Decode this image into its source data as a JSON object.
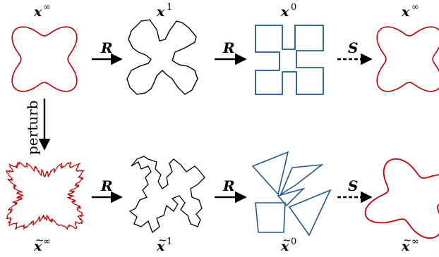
{
  "labels": {
    "top": [
      {
        "base": "x",
        "sup": "∞"
      },
      {
        "base": "x",
        "sup": "1"
      },
      {
        "base": "x",
        "sup": "0"
      },
      {
        "base": "x",
        "sup": "∞"
      }
    ],
    "bottom": [
      {
        "base": "x",
        "sup": "∞",
        "tilde": "~"
      },
      {
        "base": "x",
        "sup": "1",
        "tilde": "~"
      },
      {
        "base": "x",
        "sup": "0",
        "tilde": "~"
      },
      {
        "base": "x",
        "sup": "∞",
        "tilde": "~"
      }
    ]
  },
  "operators": {
    "top": [
      "R",
      "R",
      "S"
    ],
    "bottom": [
      "R",
      "R",
      "S"
    ]
  },
  "perturb_label": "perturb",
  "colors": {
    "red_curve": "#c00000",
    "black_curve": "#000000",
    "blue_polygon": "#1f5a8c"
  }
}
